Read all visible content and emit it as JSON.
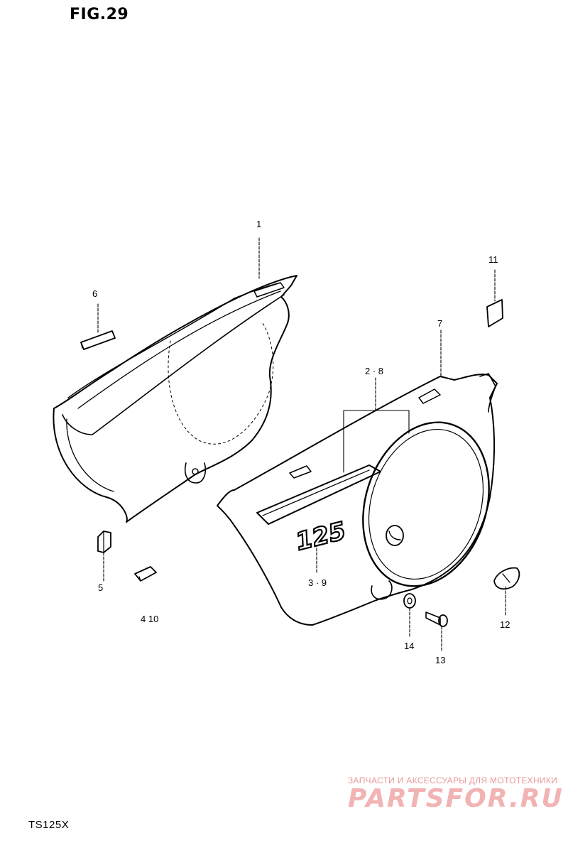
{
  "figure": {
    "title": "FIG.29",
    "model": "TS125X",
    "decal_text": "125"
  },
  "callouts": [
    {
      "id": "c1",
      "label": "1"
    },
    {
      "id": "c2",
      "label": "2 · 8"
    },
    {
      "id": "c3",
      "label": "3 · 9"
    },
    {
      "id": "c4",
      "label": "4  10"
    },
    {
      "id": "c5",
      "label": "5"
    },
    {
      "id": "c6",
      "label": "6"
    },
    {
      "id": "c7",
      "label": "7"
    },
    {
      "id": "c11",
      "label": "11"
    },
    {
      "id": "c12",
      "label": "12"
    },
    {
      "id": "c13",
      "label": "13"
    },
    {
      "id": "c14",
      "label": "14"
    }
  ],
  "watermark": {
    "tagline": "ЗАПЧАСТИ И АКСЕССУАРЫ ДЛЯ МОТОТЕХНИКИ",
    "brand": "PARTSFOR.RU",
    "color": "#e89a9a"
  }
}
